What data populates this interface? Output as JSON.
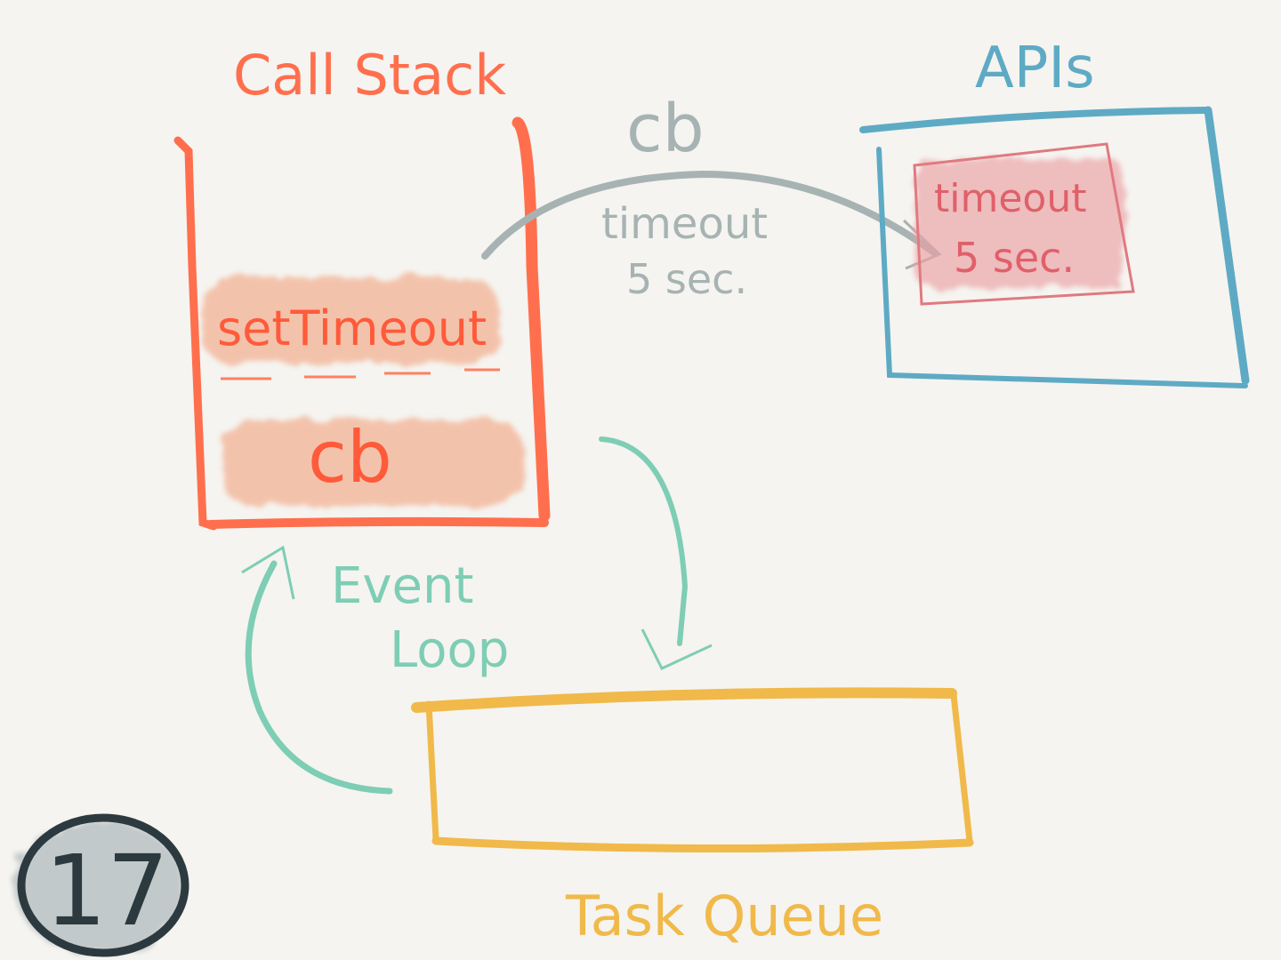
{
  "colors": {
    "background": "#f5f4f0",
    "call_stack": "#ff6f4e",
    "apis": "#5eaac4",
    "event_loop": "#7ecdb5",
    "task_queue": "#f0b94a",
    "arrow_gray": "#a7b3b3",
    "timer_red": "#e07a80",
    "badge": "#2c3a40"
  },
  "call_stack": {
    "title": "Call Stack",
    "frames": [
      {
        "label": "setTimeout"
      },
      {
        "label": "cb"
      }
    ]
  },
  "apis": {
    "title": "APIs",
    "timer": {
      "line1": "timeout",
      "line2": "5 sec."
    }
  },
  "transfer_arrow": {
    "label": "cb",
    "note_line1": "timeout",
    "note_line2": "5 sec."
  },
  "event_loop": {
    "line1": "Event",
    "line2": "Loop"
  },
  "task_queue": {
    "title": "Task Queue"
  },
  "slide_number": "17"
}
